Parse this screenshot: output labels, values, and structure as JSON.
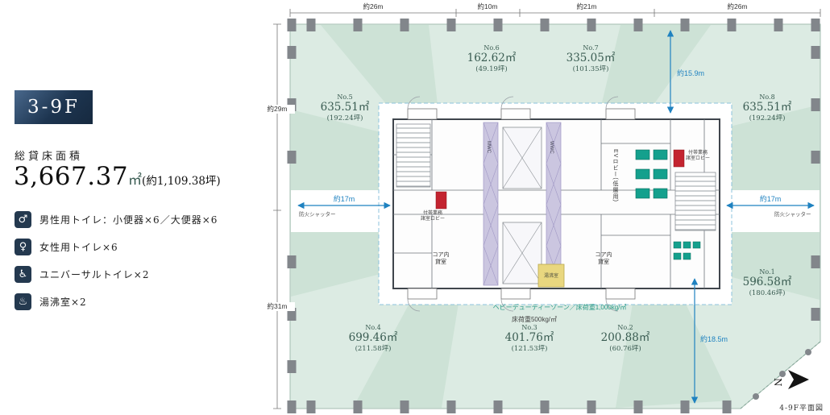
{
  "panel": {
    "floor_badge": "3-9F",
    "area_title": "総貸床面積",
    "area_value_main": "3,667.37",
    "area_value_unit": "㎡",
    "area_value_sub": "(約1,109.38坪)",
    "legend": {
      "items": [
        {
          "icon": "mens-toilet-icon",
          "glyph": "♂",
          "label": "男性用トイレ：小便器×6／大便器×6"
        },
        {
          "icon": "womens-toilet-icon",
          "glyph": "♀",
          "label": "女性用トイレ×6"
        },
        {
          "icon": "universal-toilet-icon",
          "glyph": "♿",
          "label": "ユニバーサルトイレ×2"
        },
        {
          "icon": "kitchenette-icon",
          "glyph": "♨",
          "label": "湯沸室×2"
        }
      ]
    }
  },
  "dimensions": {
    "top": [
      "約26m",
      "約10m",
      "約21m",
      "約26m"
    ],
    "left": [
      "約29m",
      "約31m"
    ],
    "v_right_top": "約15.9m",
    "h_left": "約17m",
    "h_right": "約17m",
    "v_bottom_right": "約18.5m"
  },
  "units": [
    {
      "no": "No.1",
      "area": "596.58㎡",
      "tsubo": "(180.46坪)"
    },
    {
      "no": "No.2",
      "area": "200.88㎡",
      "tsubo": "(60.76坪)"
    },
    {
      "no": "No.3",
      "area": "401.76㎡",
      "tsubo": "(121.53坪)"
    },
    {
      "no": "No.4",
      "area": "699.46㎡",
      "tsubo": "(211.58坪)"
    },
    {
      "no": "No.5",
      "area": "635.51㎡",
      "tsubo": "(192.24坪)"
    },
    {
      "no": "No.6",
      "area": "162.62㎡",
      "tsubo": "(49.19坪)"
    },
    {
      "no": "No.7",
      "area": "335.05㎡",
      "tsubo": "(101.35坪)"
    },
    {
      "no": "No.8",
      "area": "635.51㎡",
      "tsubo": "(192.24坪)"
    }
  ],
  "plan": {
    "core_room": {
      "line1": "コア内",
      "line2": "貸室"
    },
    "heavy_duty_label": "ヘビーデューティーゾーン／床荷重1,000kg/㎡",
    "floor_load_label": "床荷重500kg/㎡",
    "fire_shutter": "防火シャッター",
    "ev_lobby": "EVロビー(低層用)",
    "service_lobby": {
      "line1": "付帯業務",
      "line2": "諸室ロビー"
    },
    "kitchenette": "湯沸室",
    "wc_m": "MWC",
    "wc_w": "WWC",
    "compass": "N",
    "caption": "4-9F平面図"
  },
  "colors": {
    "accent_blue": "#1f82c0",
    "zone_green": "#dcebe3",
    "fixture_teal": "#14a08d",
    "alert_red": "#c32430",
    "badge_navy": "#22384e"
  }
}
